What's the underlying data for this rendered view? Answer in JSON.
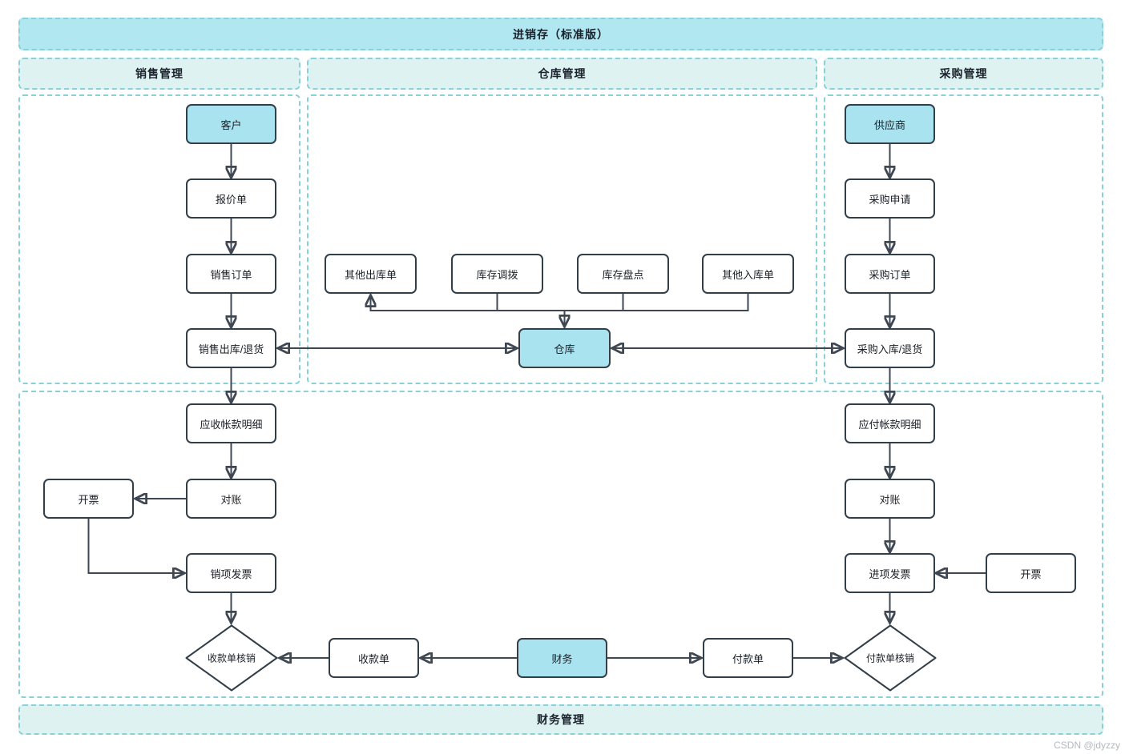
{
  "title": "进销存（标准版）",
  "lanes": {
    "sales": "销售管理",
    "warehouse": "仓库管理",
    "purchase": "采购管理",
    "finance": "财务管理"
  },
  "nodes": {
    "customer": "客户",
    "quotation": "报价单",
    "sales_order": "销售订单",
    "sales_outbound": "销售出库/退货",
    "ar_detail": "应收帐款明细",
    "ar_reconcile": "对账",
    "ar_invoicing": "开票",
    "sales_invoice": "销项发票",
    "receipt_writeoff": "收款单核销",
    "receipt": "收款单",
    "finance": "财务",
    "payment": "付款单",
    "payment_writeoff": "付款单核销",
    "other_outbound": "其他出库单",
    "inventory_transfer": "库存调拨",
    "inventory_count": "库存盘点",
    "other_inbound": "其他入库单",
    "warehouse": "仓库",
    "supplier": "供应商",
    "purchase_request": "采购申请",
    "purchase_order": "采购订单",
    "purchase_inbound": "采购入库/退货",
    "ap_detail": "应付帐款明细",
    "ap_reconcile": "对账",
    "ap_invoicing": "开票",
    "input_invoice": "进项发票"
  },
  "colors": {
    "accent_node_fill": "#a9e3ef",
    "title_fill": "#b0e7f1",
    "header_fill": "#dff2f2",
    "dashed_border": "#8ad0d8",
    "node_border": "#333f48",
    "arrow": "#3f4753",
    "text": "#1a1f26",
    "watermark": "#b4b8bc"
  },
  "watermark": "CSDN @jdyzzy"
}
